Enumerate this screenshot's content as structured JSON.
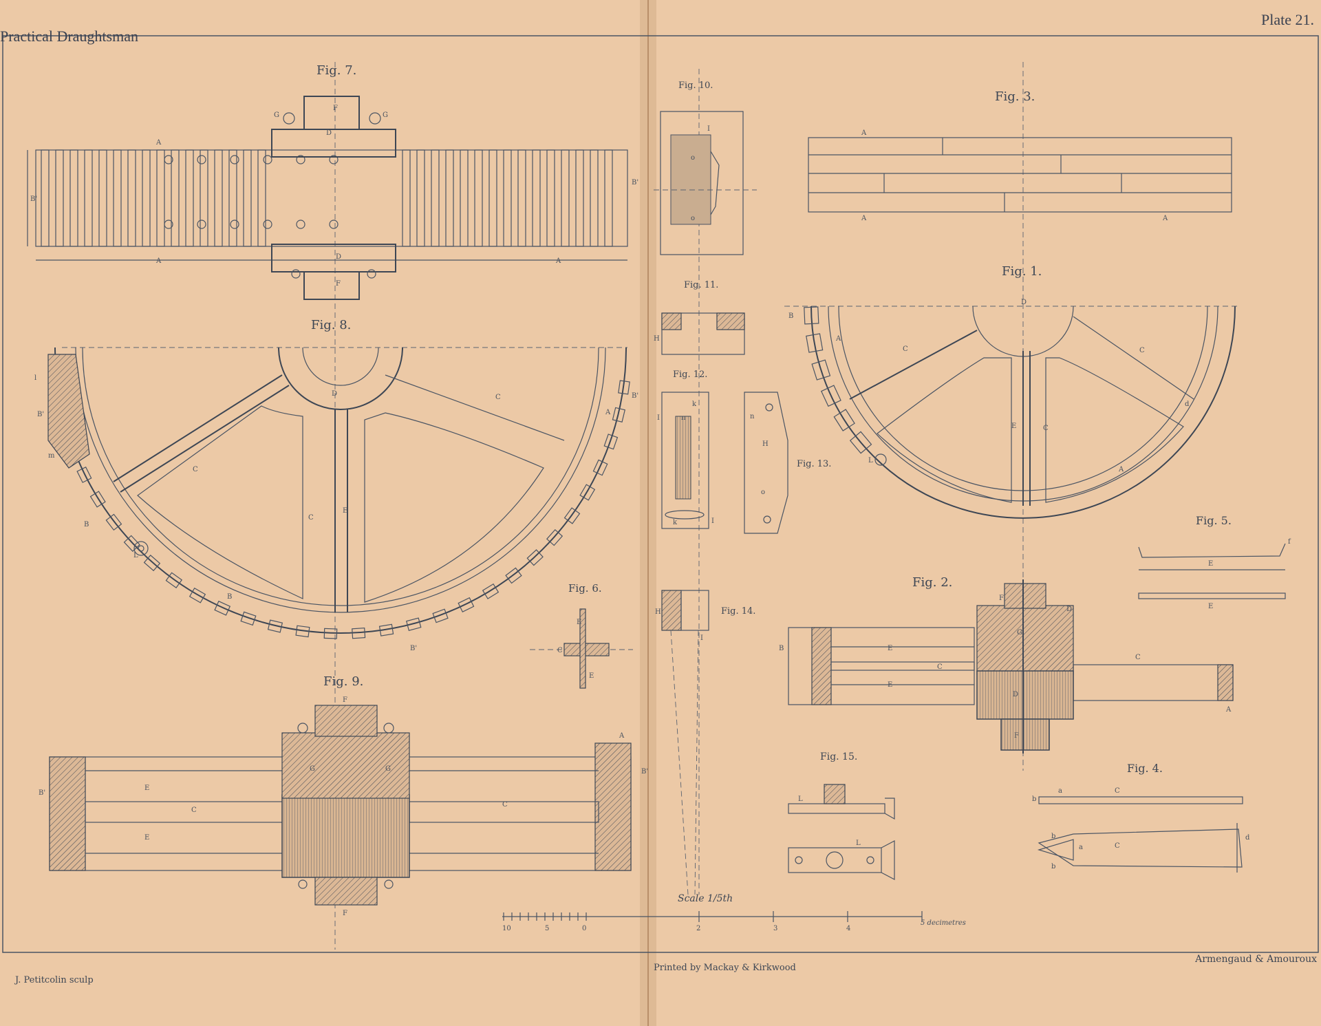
{
  "header": {
    "left_title": "Practical Draughtsman",
    "right_title": "Plate 21."
  },
  "footer": {
    "engraver": "J. Petitcolin sculp",
    "printer": "Printed by Mackay & Kirkwood",
    "publisher": "Armengaud & Amouroux"
  },
  "figures": {
    "fig7": "Fig. 7.",
    "fig8": "Fig. 8.",
    "fig9": "Fig. 9.",
    "fig6": "Fig. 6.",
    "fig10": "Fig. 10.",
    "fig11": "Fig. 11.",
    "fig12": "Fig. 12.",
    "fig13": "Fig. 13.",
    "fig14": "Fig. 14.",
    "fig15": "Fig. 15.",
    "fig1": "Fig. 1.",
    "fig2": "Fig. 2.",
    "fig3": "Fig. 3.",
    "fig4": "Fig. 4.",
    "fig5": "Fig. 5."
  },
  "scale": {
    "label": "Scale 1/5th",
    "ticks": [
      "10",
      "5",
      "0",
      "2",
      "3",
      "4",
      "5 decimetres"
    ]
  },
  "letters": {
    "A": "A",
    "B": "B",
    "Bp": "B'",
    "C": "C",
    "D": "D",
    "E": "E",
    "F": "F",
    "G": "G",
    "H": "H",
    "I": "I",
    "K": "k",
    "L": "L",
    "l": "l",
    "m": "m",
    "o": "o",
    "d": "d",
    "a": "a",
    "b": "b",
    "c": "c",
    "e": "e",
    "f": "f",
    "n": "n"
  }
}
